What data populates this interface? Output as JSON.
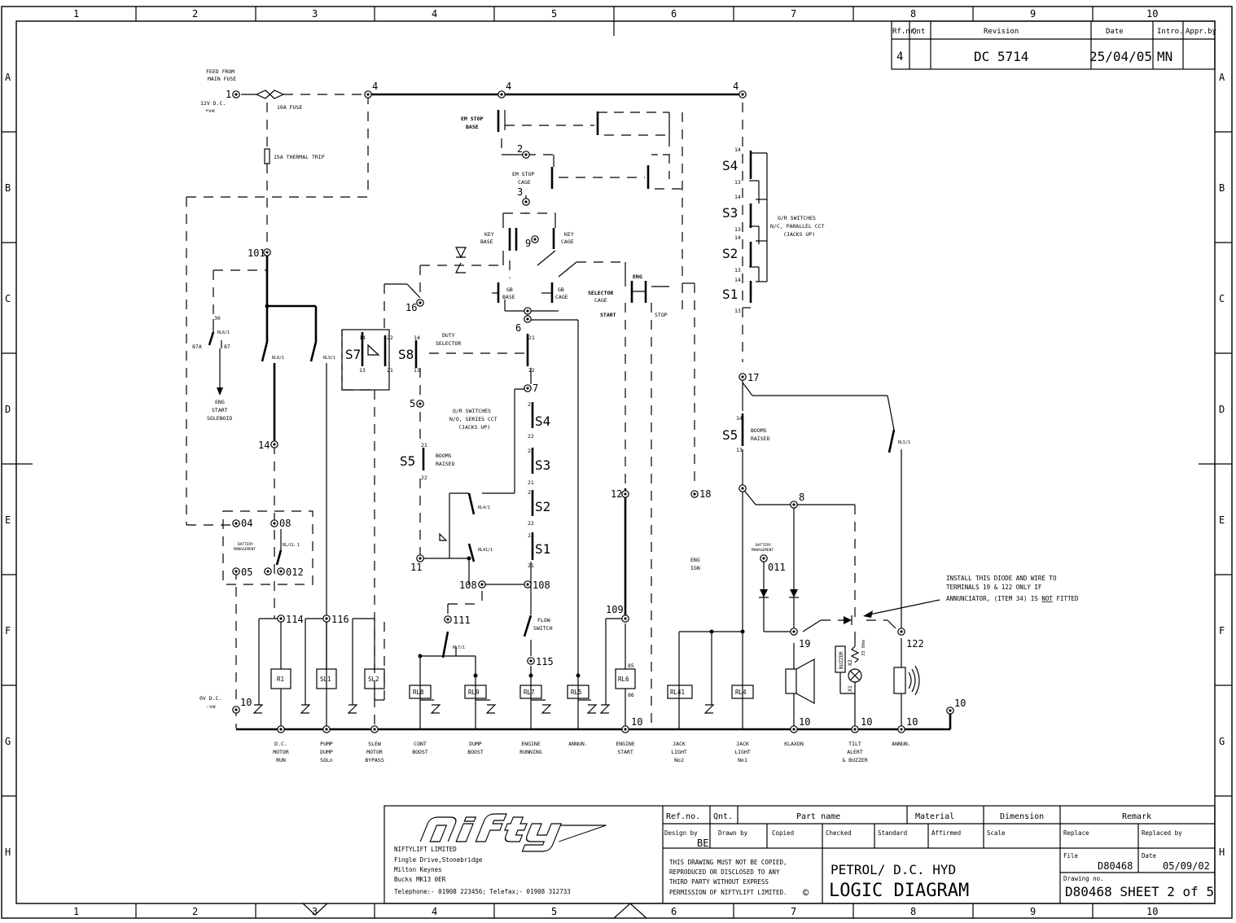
{
  "border": {
    "columns": [
      "1",
      "2",
      "3",
      "4",
      "5",
      "6",
      "7",
      "8",
      "9",
      "10"
    ],
    "rows": [
      "A",
      "B",
      "C",
      "D",
      "E",
      "F",
      "G",
      "H"
    ]
  },
  "revision_block": {
    "headers": {
      "refnr": "Rf.nr",
      "qnt": "Qnt",
      "revision": "Revision",
      "date": "Date",
      "intro": "Intro.",
      "appr": "Appr.by"
    },
    "row": {
      "refnr": "4",
      "qnt": "",
      "revision": "DC 5714",
      "date": "25/04/05",
      "intro": "MN",
      "appr": ""
    }
  },
  "labels": {
    "feed": "FEED FROM",
    "main_fuse": "MAIN FUSE",
    "v12": "12V D.C.",
    "pos": "+ve",
    "fuse10a": "10A FUSE",
    "thermal": "15A THERMAL TRIP",
    "em_stop_base_1": "EM STOP",
    "em_stop_base_2": "BASE",
    "em_stop_cage_1": "EM STOP",
    "em_stop_cage_2": "CAGE",
    "key_base_1": "KEY",
    "key_base_2": "BASE",
    "key_cage_1": "KEY",
    "key_cage_2": "CAGE",
    "gb_base_1": "GB",
    "gb_base_2": "BASE",
    "gb_cage_1": "GB",
    "gb_cage_2": "CAGE",
    "selector_1": "SELECTOR",
    "selector_2": "CAGE",
    "start": "START",
    "eng": "ENG",
    "stop": "STOP",
    "duty_1": "DUTY",
    "duty_2": "SELECTOR",
    "or_nc_1": "O/R SWITCHES",
    "or_nc_2": "N/C, PARALLEL CCT",
    "or_nc_3": "(JACKS UP)",
    "or_no_1": "O/R SWITCHES",
    "or_no_2": "N/O, SERIES CCT",
    "or_no_3": "(JACKS UP)",
    "booms_1": "BOOMS",
    "booms_2": "RAISED",
    "booms_r_1": "BOOMS",
    "booms_r_2": "RAISED",
    "eng_start_1": "ENG",
    "eng_start_2": "START",
    "eng_start_3": "SOLENOID",
    "eng_ign_1": "ENG",
    "eng_ign_2": "IGN",
    "batt_mgmt_1": "BATTERY",
    "batt_mgmt_2": "MANAGEMENT",
    "batt_mgmt_r_1": "BATTERY",
    "batt_mgmt_r_2": "MANAGEMENT",
    "flow_1": "FLOW",
    "flow_2": "SWITCH",
    "ov": "0V D.C.",
    "neg": "-ve",
    "buzzer": "BUZZER",
    "ohm": "33 Ohm",
    "note_1": "INSTALL THIS DIODE AND WIRE TO",
    "note_2": "TERMINALS 19 & 122 ONLY IF",
    "note_3a": "ANNUNCIATOR, (ITEM 34) IS ",
    "note_3b": "NOT",
    "note_3c": " FITTED",
    "rl61": "RL6/1",
    "rl81": "RL8/1",
    "rl91": "RL9/1",
    "rl41": "RL4/1",
    "rl411": "RL41/1",
    "rl71": "RL7/1",
    "rl51": "RL5/1",
    "rlcl1": "RL/CL 1",
    "s7": "S7",
    "s8": "S8",
    "s4": "S4",
    "s3": "S3",
    "s2": "S2",
    "s1": "S1",
    "s5": "S5",
    "s5r": "S5",
    "s4b": "S4",
    "s3b": "S3",
    "s2b": "S2",
    "s1b": "S1"
  },
  "terminals": {
    "t1": "1",
    "t4a": "4",
    "t4b": "4",
    "t4c": "4",
    "t2": "2",
    "t3": "3",
    "t9": "9",
    "t101": "101",
    "t16": "16",
    "t6": "6",
    "t7": "7",
    "t5": "5",
    "t14": "14",
    "t17": "17",
    "t12": "12",
    "t18": "18",
    "t8": "8",
    "t11": "11",
    "t108a": "108",
    "t108b": "108",
    "t111": "111",
    "t115": "115",
    "t109": "109",
    "t114": "114",
    "t116": "116",
    "t19": "19",
    "t122": "122",
    "t011": "011",
    "t04": "04",
    "t08": "08",
    "t05": "05",
    "t012": "012",
    "t10a": "10",
    "t10b": "10",
    "t10c": "10",
    "t10d": "10",
    "t10e": "10",
    "t10f": "10"
  },
  "contact_numbers": {
    "n30": "30",
    "n87a": "87A",
    "n87": "87",
    "n14a": "14",
    "n22a": "22",
    "n13a": "13",
    "n21a": "21",
    "n14b": "14",
    "n13b": "13",
    "n21b": "21",
    "n22b": "22",
    "n21c": "21",
    "n22c": "22",
    "n22d": "22",
    "n21d": "21",
    "n21e": "21",
    "n22e": "22",
    "n22f": "22",
    "n21f": "21",
    "n21g": "21",
    "n22g": "22",
    "n14c": "14",
    "n13c": "13",
    "n14d": "14",
    "n13d": "13",
    "n14e": "14",
    "n13e": "13",
    "n14f": "14",
    "n13f": "13",
    "n14g": "14",
    "n13g": "13",
    "n85": "85",
    "n86": "86",
    "x1": "X1",
    "x2": "X2"
  },
  "relays": [
    "R1",
    "SL1",
    "SL2",
    "RL8",
    "RL9",
    "RL7",
    "RL5",
    "RL6",
    "RL41",
    "RL4"
  ],
  "loads": [
    {
      "l1": "D.C.",
      "l2": "MOTOR",
      "l3": "RUN"
    },
    {
      "l1": "PUMP",
      "l2": "DUMP",
      "l3": "SOLn"
    },
    {
      "l1": "SLEW",
      "l2": "MOTOR",
      "l3": "BYPASS"
    },
    {
      "l1": "CONT",
      "l2": "BOOST",
      "l3": ""
    },
    {
      "l1": "DUMP",
      "l2": "BOOST",
      "l3": ""
    },
    {
      "l1": "ENGINE",
      "l2": "RUNNING",
      "l3": ""
    },
    {
      "l1": "ANNUN.",
      "l2": "",
      "l3": ""
    },
    {
      "l1": "ENGINE",
      "l2": "START",
      "l3": ""
    },
    {
      "l1": "JACK",
      "l2": "LIGHT",
      "l3": "No2"
    },
    {
      "l1": "JACK",
      "l2": "LIGHT",
      "l3": "No1"
    },
    {
      "l1": "KLAXON",
      "l2": "",
      "l3": ""
    },
    {
      "l1": "TILT",
      "l2": "ALERT",
      "l3": "& BUZZER"
    },
    {
      "l1": "ANNUN.",
      "l2": "",
      "l3": ""
    }
  ],
  "title_block": {
    "company": "NIFTYLIFT LIMITED",
    "addr1": "Fingle Drive,Stonebridge",
    "addr2": "Milton Keynes",
    "addr3": "Bucks MK13 0ER",
    "phone": "Telephone:- 01908 223456;  Telefax;- 01908 312733",
    "refno": "Ref.no.",
    "qnt": "Qnt.",
    "partname": "Part name",
    "material": "Material",
    "dimension": "Dimension",
    "remark": "Remark",
    "designby": "Design by",
    "designby_val": "BE",
    "drawnby": "Drawn by",
    "copied": "Copied",
    "checked": "Checked",
    "standard": "Standard",
    "affirmed": "Affirmed",
    "scale": "Scale",
    "replace": "Replace",
    "replacedby": "Replaced by",
    "notice1": "THIS DRAWING MUST NOT BE COPIED,",
    "notice2": "REPRODUCED OR DISCLOSED TO ANY",
    "notice3": "THIRD PARTY WITHOUT EXPRESS",
    "notice4": "PERMISSION OF NIFTYLIFT LIMITED.",
    "copy": "©",
    "title1": "PETROL/ D.C. HYD",
    "title2": "LOGIC DIAGRAM",
    "file": "File",
    "file_val": "D80468",
    "date": "Date",
    "date_val": "05/09/02",
    "drawingno": "Drawing no.",
    "drawingno_val": "D80468 SHEET 2 of 5"
  }
}
